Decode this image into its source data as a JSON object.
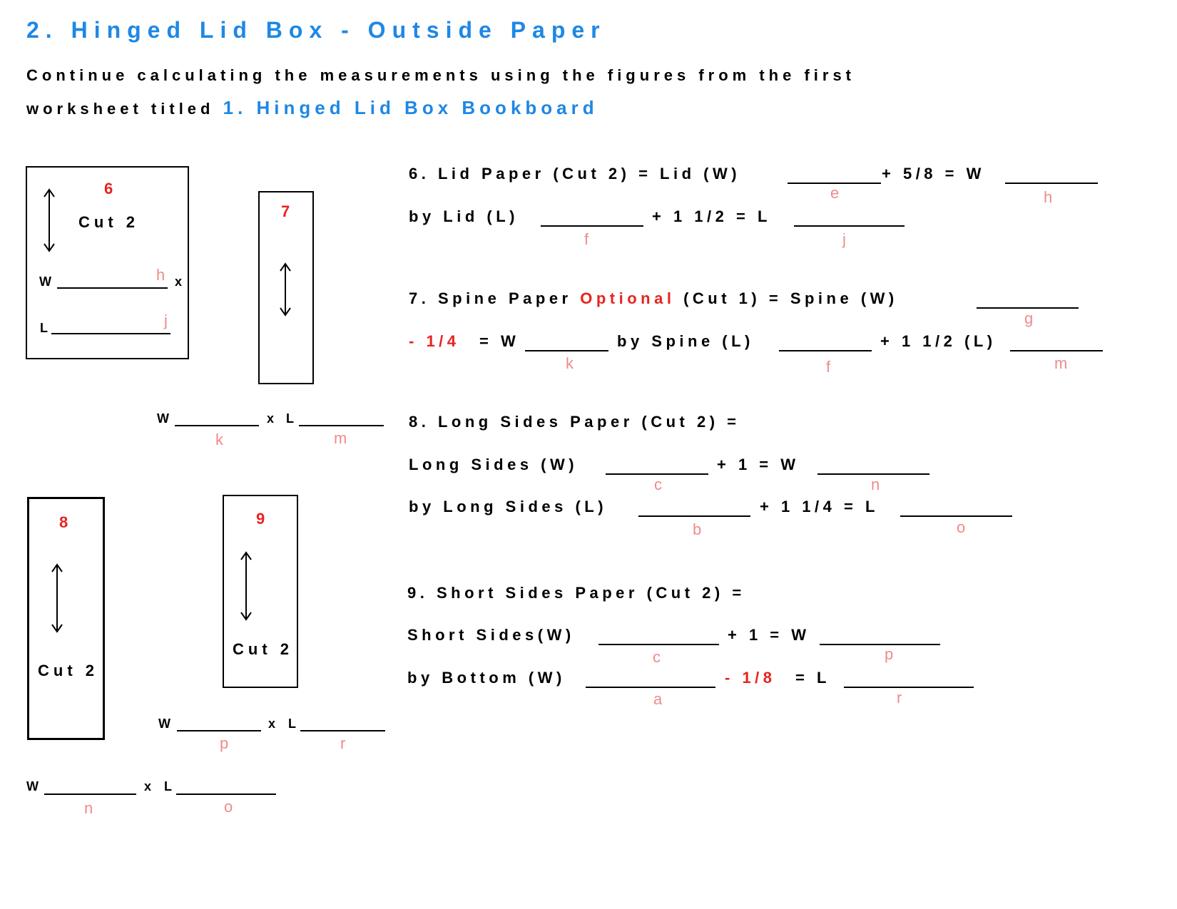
{
  "title": "2. Hinged Lid Box - Outside Paper",
  "intro": {
    "line1": "Continue calculating the measurements using the figures from the first",
    "line2_prefix": "worksheet titled",
    "line2_link": "1. Hinged Lid Box Bookboard"
  },
  "figures": {
    "fig6": {
      "number": "6",
      "cut": "Cut 2",
      "w_label": "W",
      "w_letter": "h",
      "x": "x",
      "l_label": "L",
      "l_letter": "j"
    },
    "fig7": {
      "number": "7",
      "w_label": "W",
      "w_letter": "k",
      "x": "x",
      "l_label": "L",
      "l_letter": "m"
    },
    "fig8": {
      "number": "8",
      "cut": "Cut 2",
      "w_label": "W",
      "w_letter": "n",
      "x": "x",
      "l_label": "L",
      "l_letter": "o"
    },
    "fig9": {
      "number": "9",
      "cut": "Cut 2",
      "w_label": "W",
      "w_letter": "p",
      "x": "x",
      "l_label": "L",
      "l_letter": "r"
    }
  },
  "equations": {
    "s6": {
      "line1_a": "6. Lid Paper (Cut 2) = Lid (W)",
      "line1_b": "+ 5/8 = W",
      "letter_e": "e",
      "letter_h": "h",
      "line2_a": "by Lid (L)",
      "line2_b": "+ 1 1/2 = L",
      "letter_f": "f",
      "letter_j": "j"
    },
    "s7": {
      "line1_a": "7. Spine Paper",
      "line1_optional": "Optional",
      "line1_b": "(Cut 1) = Spine (W)",
      "letter_g": "g",
      "line2_minus": "- 1/4",
      "line2_a": "= W",
      "line2_b": "by Spine (L)",
      "line2_c": "+ 1 1/2 (L)",
      "letter_k": "k",
      "letter_f": "f",
      "letter_m": "m"
    },
    "s8": {
      "line1": "8. Long Sides Paper (Cut 2) =",
      "line2_a": "Long Sides (W)",
      "line2_b": "+ 1 = W",
      "letter_c": "c",
      "letter_n": "n",
      "line3_a": "by Long Sides (L)",
      "line3_b": "+ 1 1/4 = L",
      "letter_b": "b",
      "letter_o": "o"
    },
    "s9": {
      "line1": "9. Short Sides Paper (Cut 2) =",
      "line2_a": "Short Sides(W)",
      "line2_b": "+ 1 = W",
      "letter_c": "c",
      "letter_p": "p",
      "line3_a": "by Bottom (W)",
      "line3_minus": "- 1/8",
      "line3_b": "= L",
      "letter_a": "a",
      "letter_r": "r"
    }
  }
}
